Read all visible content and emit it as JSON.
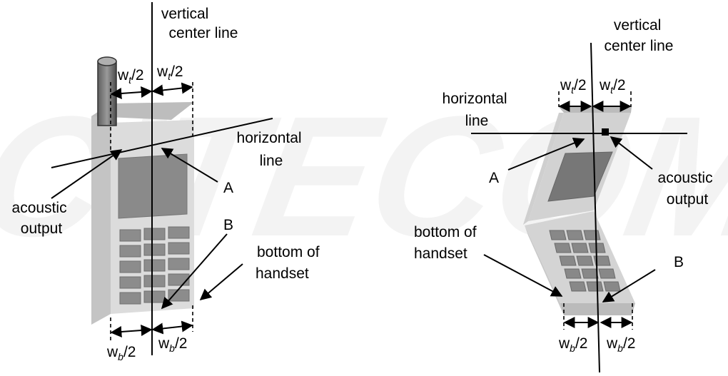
{
  "left_figure": {
    "vertical_center_line": [
      "vertical",
      "center line"
    ],
    "horizontal_line": [
      "horizontal",
      "line"
    ],
    "acoustic_output": [
      "acoustic",
      "output"
    ],
    "bottom_of_handset": [
      "bottom of",
      "handset"
    ],
    "point_a": "A",
    "point_b": "B",
    "wt_half_left": {
      "var": "w",
      "sub": "t",
      "tail": "/2"
    },
    "wt_half_right": {
      "var": "w",
      "sub": "t",
      "tail": "/2"
    },
    "wb_half_left": {
      "var": "w",
      "sub": "b",
      "tail": "/2"
    },
    "wb_half_right": {
      "var": "w",
      "sub": "b",
      "tail": "/2"
    }
  },
  "right_figure": {
    "vertical_center_line": [
      "vertical",
      "center line"
    ],
    "horizontal_line": [
      "horizontal",
      "line"
    ],
    "acoustic_output": [
      "acoustic",
      "output"
    ],
    "bottom_of_handset": [
      "bottom of",
      "handset"
    ],
    "point_a": "A",
    "point_b": "B",
    "wt_half_left": {
      "var": "w",
      "sub": "t",
      "tail": "/2"
    },
    "wt_half_right": {
      "var": "w",
      "sub": "t",
      "tail": "/2"
    },
    "wb_half_left": {
      "var": "w",
      "sub": "b",
      "tail": "/2"
    },
    "wb_half_right": {
      "var": "w",
      "sub": "b",
      "tail": "/2"
    }
  },
  "watermark": "CITECOM"
}
